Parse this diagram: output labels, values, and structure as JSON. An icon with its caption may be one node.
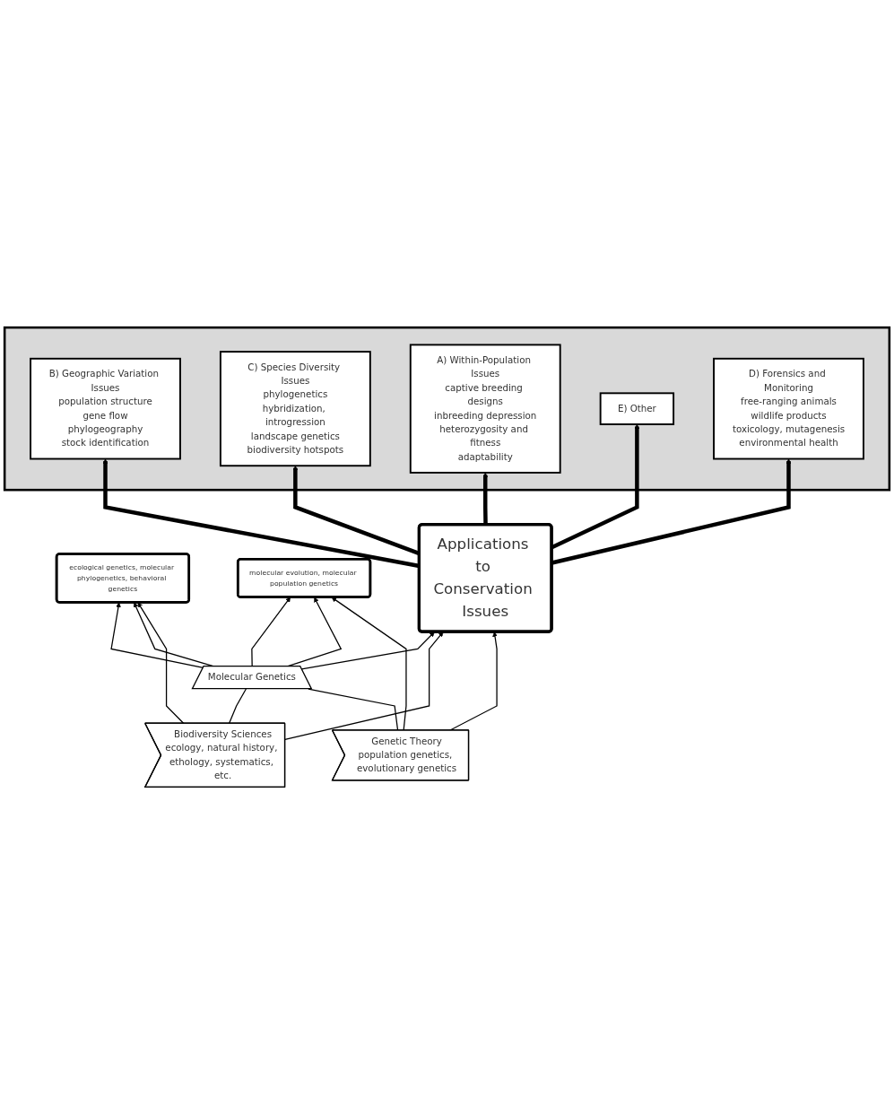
{
  "diagram": {
    "nodes": [
      {
        "text": [],
        "shape": "box"
      },
      {
        "text": [
          "B) Geographic Variation Issues",
          "population structure",
          "gene flow",
          "phylogeography",
          "stock identification"
        ],
        "in": 0
      },
      {
        "text": [
          "C) Species Diversity Issues",
          "phylogenetics",
          "hybridization, introgression",
          "landscape genetics",
          "biodiversity hotspots"
        ],
        "in": 0
      },
      {
        "text": [
          "A) Within-Population Issues",
          "captive breeding designs",
          "inbreeding depression",
          "heterozygosity and fitness",
          "adaptability"
        ],
        "in": 0
      },
      {
        "text": [
          "E) Other"
        ],
        "in": 0
      },
      {
        "text": [
          "D) Forensics and Monitoring",
          "free-ranging animals",
          "wildlife products",
          "toxicology, mutagenesis",
          "environmental health"
        ],
        "in": 0
      },
      {
        "text": [
          "Applications to Conservation Issues"
        ]
      },
      {
        "text": [
          "Genetic Theory",
          "population genetics, evolutionary genetics"
        ]
      },
      {
        "text": [
          "Biodiversity Sciences",
          "ecology, natural history, ethology, systematics, etc."
        ]
      },
      {
        "text": [
          "Molecular Genetics"
        ]
      },
      {
        "text": [
          "molecular evolution, molecular population genetics"
        ]
      },
      {
        "text": [
          "ecological genetics, molecular phylogenetics, behavioral genetics"
        ]
      }
    ],
    "edges": [
      {
        "from": 6,
        "to": 3,
        "arrow": "to",
        "style": "thick"
      },
      {
        "from": 6,
        "to": 1,
        "arrow": "to",
        "style": "thick"
      },
      {
        "from": 6,
        "to": 4,
        "arrow": "to",
        "style": "thick"
      },
      {
        "from": 6,
        "to": 2,
        "arrow": "to",
        "style": "thick"
      },
      {
        "from": 6,
        "to": 5,
        "arrow": "to",
        "style": "thick"
      },
      {
        "from": 7,
        "to": 6,
        "arrow": "to"
      },
      {
        "from": 8,
        "to": 6,
        "arrow": "to"
      },
      {
        "from": 9,
        "to": 6,
        "arrow": "to"
      },
      {
        "from": 7,
        "to": 9,
        "arrow": "none"
      },
      {
        "from": 8,
        "to": 9,
        "arrow": "none"
      },
      {
        "from": 7,
        "to": 10,
        "arrow": "to"
      },
      {
        "from": 8,
        "to": 11,
        "arrow": "to"
      },
      {
        "from": 9,
        "to": 10,
        "arrow": "to"
      },
      {
        "from": 9,
        "to": 11,
        "arrow": "to"
      },
      {
        "from": 9,
        "to": 10,
        "arrow": "to"
      },
      {
        "from": 9,
        "to": 11,
        "arrow": "to"
      }
    ]
  }
}
